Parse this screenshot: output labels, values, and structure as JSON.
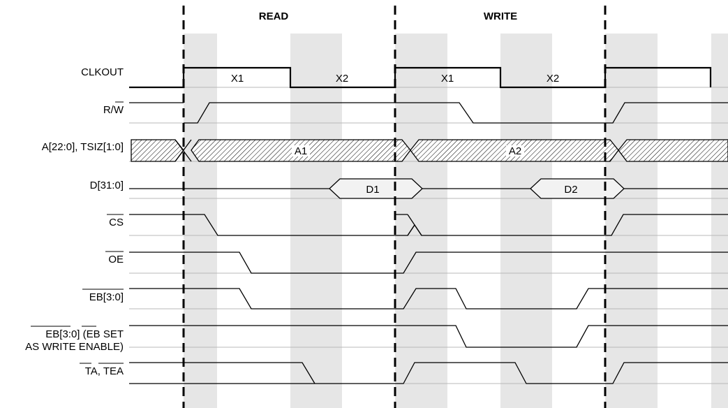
{
  "phases": {
    "read": "READ",
    "write": "WRITE"
  },
  "signals": {
    "clkout": {
      "label": "CLKOUT",
      "cycles": [
        "X1",
        "X2",
        "X1",
        "X2"
      ]
    },
    "rw": {
      "label": "R/W"
    },
    "addr": {
      "label": "A[22:0], TSIZ[1:0]",
      "values": [
        "A1",
        "A2"
      ]
    },
    "data": {
      "label": "D[31:0]",
      "values": [
        "D1",
        "D2"
      ]
    },
    "cs": {
      "label": "CS"
    },
    "oe": {
      "label": "OE"
    },
    "eb": {
      "label": "EB[3:0]"
    },
    "eb_we": {
      "label_line1": "EB[3:0] (EB SET",
      "label_line2": "AS WRITE ENABLE)"
    },
    "ta_tea": {
      "label": "TA, TEA"
    }
  },
  "colors": {
    "shade": "#e6e6e6",
    "line": "#000000",
    "baseline": "#b8b8b8"
  }
}
